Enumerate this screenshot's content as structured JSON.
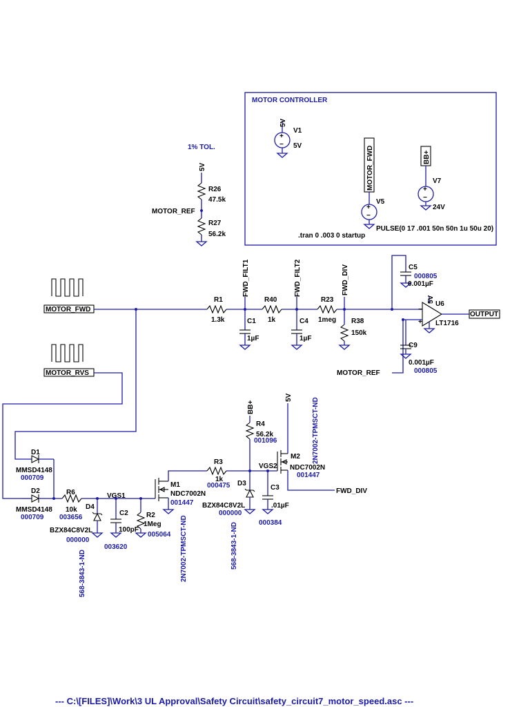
{
  "title_bar": {
    "path": "---  C:\\[FILES]\\Work\\3 UL Approval\\Safety Circuit\\safety_circuit7_motor_speed.asc  ---"
  },
  "box": {
    "label": "MOTOR CONTROLLER"
  },
  "sources": {
    "v1": {
      "name": "V1",
      "net": "5V",
      "value": "5V"
    },
    "v5": {
      "name": "V5",
      "net": "MOTOR_FWD",
      "value": "PULSE(0 17 .001 50n 50n 1u 50u 20)"
    },
    "v7": {
      "name": "V7",
      "net": "BB+",
      "value": "24V"
    }
  },
  "directive": ".tran 0 .003 0 startup",
  "tol_note": "1% TOL.",
  "nets": {
    "five_v": "5V",
    "motor_ref": "MOTOR_REF",
    "motor_fwd": "MOTOR_FWD",
    "motor_rvs": "MOTOR_RVS",
    "fwd_filt1": "FWD_FILT1",
    "fwd_filt2": "FWD_FILT2",
    "fwd_div": "FWD_DIV",
    "output": "OUTPUT",
    "vgs1": "VGS1",
    "vgs2": "VGS2",
    "bb": "BB+"
  },
  "components": {
    "r26": {
      "name": "R26",
      "value": "47.5k"
    },
    "r27": {
      "name": "R27",
      "value": "56.2k"
    },
    "r1": {
      "name": "R1",
      "value": "1.3k"
    },
    "r40": {
      "name": "R40",
      "value": "1k"
    },
    "r23": {
      "name": "R23",
      "value": "1meg"
    },
    "r38": {
      "name": "R38",
      "value": "150k"
    },
    "c1": {
      "name": "C1",
      "value": "1µF"
    },
    "c4": {
      "name": "C4",
      "value": "1µF"
    },
    "c5": {
      "name": "C5",
      "part": "000805",
      "value": "0.001µF"
    },
    "c9": {
      "name": "C9",
      "value": "0.001µF",
      "part": "000805"
    },
    "u6": {
      "name": "U6",
      "value": "LT1716",
      "net": "5V"
    },
    "d1": {
      "name": "D1",
      "value": "MMSD4148",
      "part": "000709"
    },
    "d2": {
      "name": "D2",
      "value": "MMSD4148",
      "part": "000709"
    },
    "r6": {
      "name": "R6",
      "value": "10k",
      "part": "003656"
    },
    "d4": {
      "name": "D4",
      "value": "BZX84C8V2L",
      "part": "000000",
      "pn": "568-3843-1-ND"
    },
    "c2": {
      "name": "C2",
      "value": "100pF",
      "part": "003620"
    },
    "r2": {
      "name": "R2",
      "value": "1Meg",
      "part": "005064"
    },
    "m1": {
      "name": "M1",
      "value": "NDC7002N",
      "part": "001447",
      "pn": "2N7002-TPMSCT-ND"
    },
    "r3": {
      "name": "R3",
      "value": "1k",
      "part": "000475"
    },
    "d3": {
      "name": "D3",
      "value": "BZX84C8V2L",
      "part": "000000",
      "pn": "568-3843-1-ND"
    },
    "r4": {
      "name": "R4",
      "value": "56.2k",
      "part": "001096"
    },
    "c3": {
      "name": "C3",
      "value": ".01µF",
      "part": "000384"
    },
    "m2": {
      "name": "M2",
      "value": "NDC7002N",
      "part": "001447",
      "pn": "2N7002-TPMSCT-ND"
    }
  }
}
